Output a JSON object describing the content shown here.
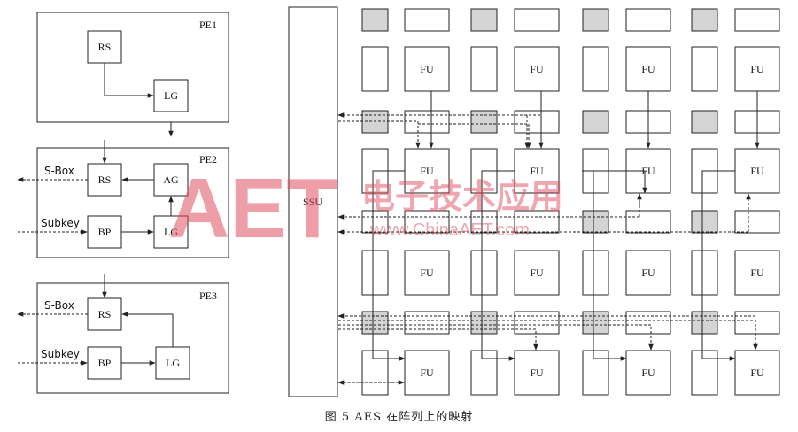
{
  "pe1": {
    "name": "PE1",
    "rs": "RS",
    "lg": "LG"
  },
  "pe2": {
    "name": "PE2",
    "rs": "RS",
    "ag": "AG",
    "bp": "BP",
    "lg": "LG",
    "sbox": "S-Box",
    "subkey": "Subkey"
  },
  "pe3": {
    "name": "PE3",
    "rs": "RS",
    "bp": "BP",
    "lg": "LG",
    "sbox": "S-Box",
    "subkey": "Subkey"
  },
  "ssu": "SSU",
  "fu_label": "FU",
  "watermark": {
    "letters": "AET",
    "chinese": "电子技术应用",
    "url": "www.ChinaAET.com"
  },
  "caption": "图 5  AES 在阵列上的映射"
}
